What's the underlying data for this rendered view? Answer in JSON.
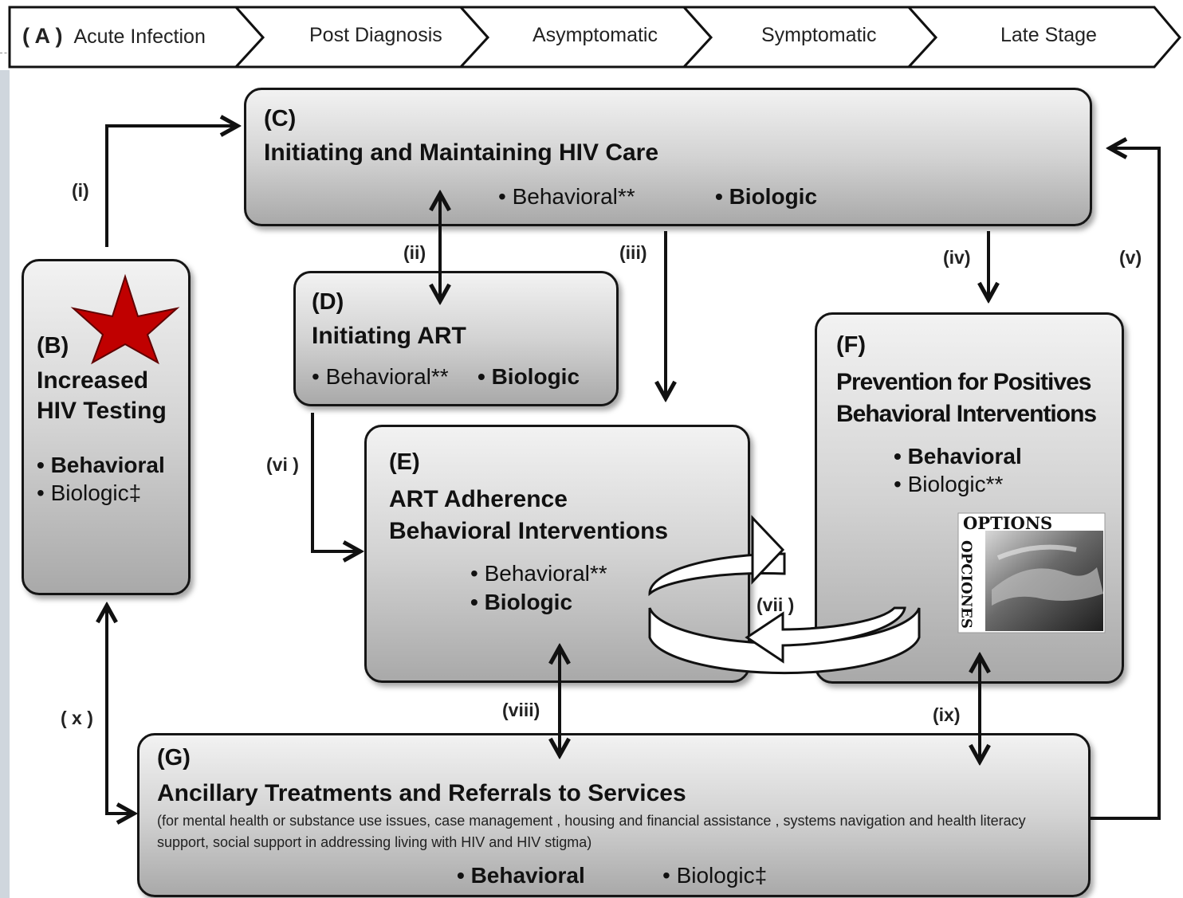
{
  "phases": {
    "a_tag": "( A )",
    "items": [
      "Acute Infection",
      "Post Diagnosis",
      "Asymptomatic",
      "Symptomatic",
      "Late Stage"
    ]
  },
  "boxes": {
    "b": {
      "letter": "(B)",
      "title_line1": "Increased",
      "title_line2": "HIV Testing",
      "bullet1": "• Behavioral",
      "bullet2": "• Biologic‡"
    },
    "c": {
      "letter": "(C)",
      "title": "Initiating and Maintaining HIV Care",
      "bullet1": "• Behavioral**",
      "bullet2": "• Biologic"
    },
    "d": {
      "letter": "(D)",
      "title": "Initiating ART",
      "bullet1": "• Behavioral**",
      "bullet2": "• Biologic"
    },
    "e": {
      "letter": "(E)",
      "title_line1": "ART Adherence",
      "title_line2": "Behavioral Interventions",
      "bullet1": "• Behavioral**",
      "bullet2": "• Biologic"
    },
    "f": {
      "letter": "(F)",
      "title_line1": "Prevention for  Positives",
      "title_line2": "Behavioral Interventions",
      "bullet1": "• Behavioral",
      "bullet2": "• Biologic**"
    },
    "g": {
      "letter": "(G)",
      "title": "Ancillary Treatments and Referrals to Services",
      "description": "(for mental health or substance use issues, case management , housing  and financial assistance , systems navigation and health literacy support, social support in addressing living with HIV and  HIV stigma)",
      "bullet1": "• Behavioral",
      "bullet2": "• Biologic‡"
    }
  },
  "options_logo": {
    "top": "OPTIONS",
    "side": "OPCIONES"
  },
  "arrow_labels": [
    "(i)",
    "(ii)",
    "(iii)",
    "(iv)",
    "(v)",
    "(vi )",
    "(vii )",
    "(viii)",
    "(ix)",
    "( x )"
  ],
  "colors": {
    "star": "#c00000",
    "box_top": "#f2f2f2",
    "box_bottom": "#a9a9a9",
    "sidebar": "#cfd6dd"
  }
}
